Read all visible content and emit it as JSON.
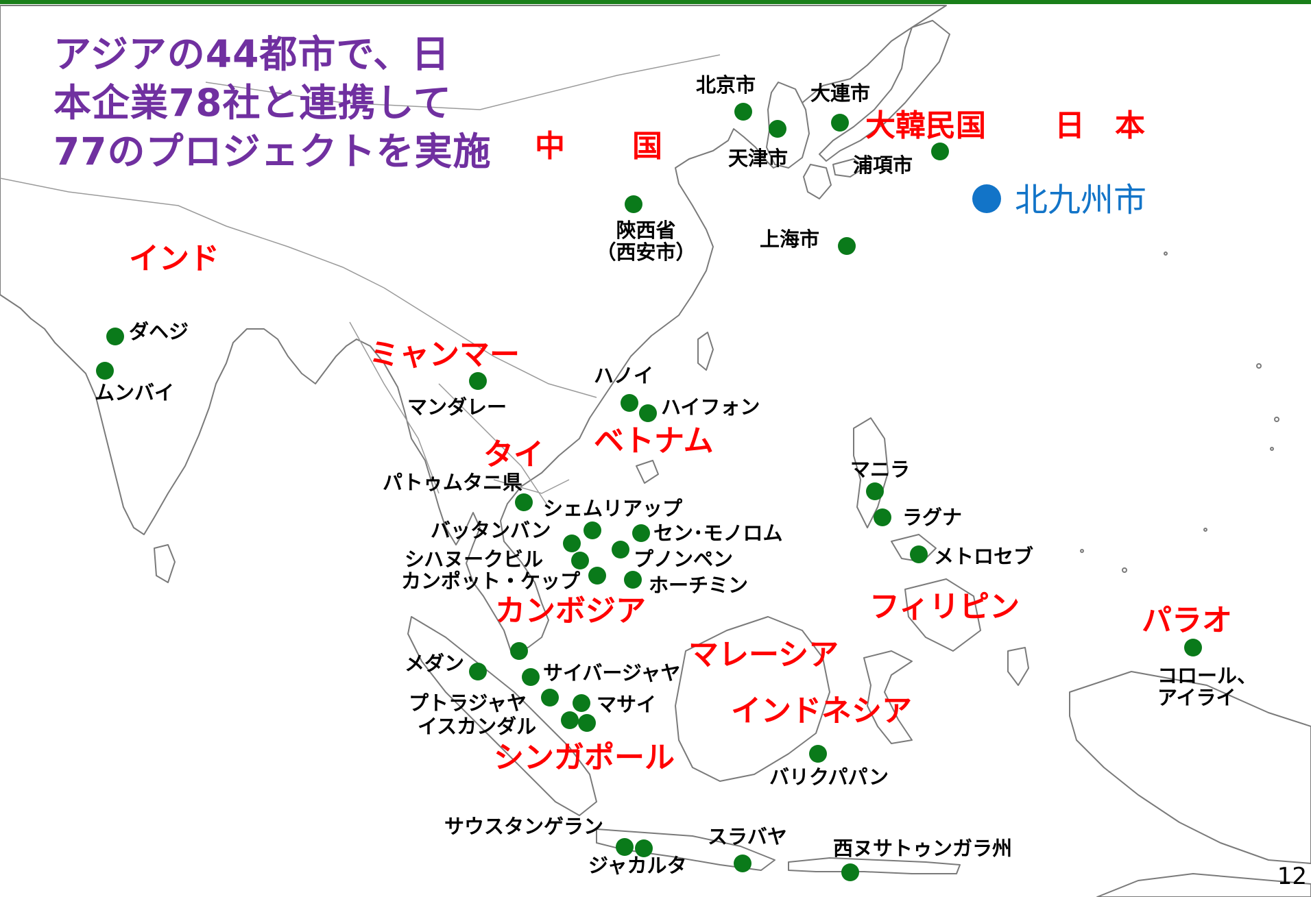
{
  "headline": {
    "line1": "アジアの44都市で、日",
    "line2": "本企業78社と連携して",
    "line3": "77のプロジェクトを実施"
  },
  "countries": {
    "china_1": "中",
    "china_2": "国",
    "korea": "大韓民国",
    "japan": "日　本",
    "india": "インド",
    "myanmar": "ミャンマー",
    "vietnam": "ベトナム",
    "thailand": "タイ",
    "cambodia": "カンボジア",
    "philippines": "フィリピン",
    "palau": "パラオ",
    "malaysia": "マレーシア",
    "indonesia": "インドネシア",
    "singapore": "シンガポール"
  },
  "cities": {
    "beijing": "北京市",
    "dalian": "大連市",
    "tianjin": "天津市",
    "pohang": "浦項市",
    "shaanxi_1": "陝西省",
    "shaanxi_2": "（西安市）",
    "shanghai": "上海市",
    "dahej": "ダヘジ",
    "mumbai": "ムンバイ",
    "mandalay": "マンダレー",
    "hanoi": "ハノイ",
    "haiphong": "ハイフォン",
    "pathum_thani": "パトゥムタニ県",
    "siem_reap": "シェムリアップ",
    "battambang": "バッタンバン",
    "sen_monorom": "セン･モノロム",
    "sihanoukville": "シハヌークビル",
    "phnom_penh": "プノンペン",
    "kampot_kep": "カンポット・ケップ",
    "ho_chi_minh": "ホーチミン",
    "manila": "マニラ",
    "laguna": "ラグナ",
    "metro_cebu": "メトロセブ",
    "medan": "メダン",
    "cyberjaya": "サイバージャヤ",
    "putrajaya": "プトラジャヤ",
    "masai": "マサイ",
    "iskandar": "イスカンダル",
    "balikpapan": "バリクパパン",
    "koror_1": "コロール、",
    "koror_2": "アイライ",
    "south_tangerang": "サウスタンゲラン",
    "surabaya": "スラバヤ",
    "jakarta": "ジャカルタ",
    "west_nusa_tenggara": "西ヌサトゥンガラ州"
  },
  "home_city": "北九州市",
  "page_number": "12",
  "colors": {
    "headline": "#7030a0",
    "country_label": "#ff0000",
    "city_dot": "#0a7a1a",
    "home_city": "#1274c8",
    "top_bar": "#1a7f1a",
    "sea": "#ffffff",
    "land": "#ffffff",
    "border": "#8c8c8c"
  }
}
